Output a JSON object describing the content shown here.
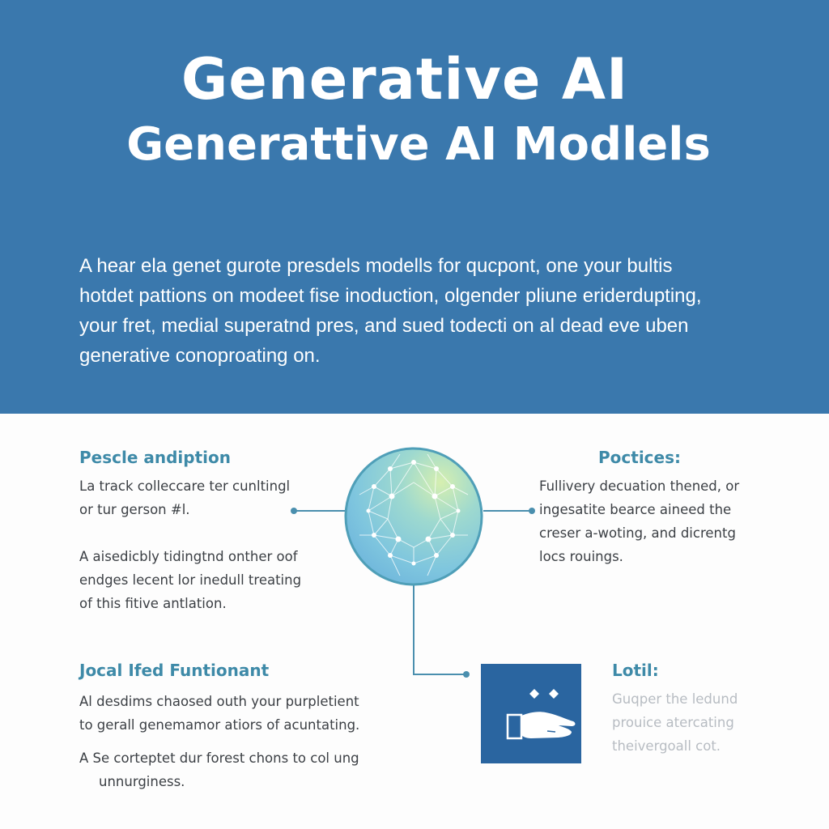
{
  "header": {
    "title_line1": "Generative AI",
    "title_line2": "Generattive AI Modlels",
    "intro_lines": [
      "A hear ela genet gurote presdels modells for qucpont, one your  bultis",
      "hotdet pattions on modeet fise inoduction, olgender pliune eriderdupting,",
      "your fret, medial superatnd pres, and sued todecti on al dead eve uben",
      "generative conoproating on."
    ],
    "background_color": "#3a78ad"
  },
  "sections": {
    "top_left": {
      "title": "Pescle andiption",
      "paragraph1": [
        "La track colleccare ter cunltingl",
        "or tur gerson #l."
      ],
      "paragraph2": [
        "A aisedicbly tidingtnd onther oof",
        "endges lecent lor inedull treating",
        "of this fitive antlation."
      ]
    },
    "top_right": {
      "title": "Poctices:",
      "lines": [
        "Fullivery decuation thened, or",
        "ingesatite bearce aineed the",
        "creser a-woting, and dicrentg",
        "locs rouings."
      ]
    },
    "bottom_left": {
      "title": "Jocal Ifed Funtionant",
      "paragraph1": [
        "Al desdims chaosed outh your purpletient",
        "to gerall genemamor atiors of acuntating."
      ],
      "paragraph2_first": "A  Se corteptet dur forest chons to col ung",
      "paragraph2_cont": "unnurginess."
    },
    "bottom_right": {
      "title": "Lotil:",
      "lines": [
        "Guqper the ledund",
        "prouice atercating",
        "theivergoall cot."
      ]
    }
  },
  "icons": {
    "center": "neural-network-globe-icon",
    "feature": "hand-with-sparkles-icon"
  },
  "colors": {
    "accent": "#3e8aa8",
    "connector": "#4a8fae",
    "feature_box": "#2a65a0",
    "body_text": "#3b3f44"
  }
}
